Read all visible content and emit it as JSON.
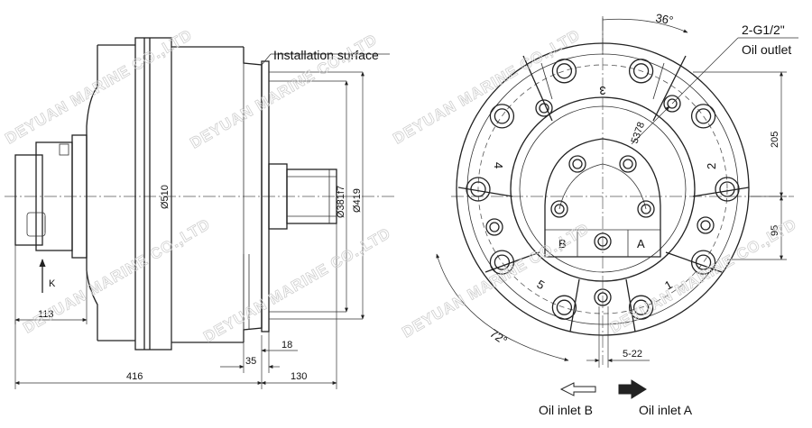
{
  "watermark": "DEYUAN MARINE CO.,LTD",
  "side_view": {
    "installation_surface": "Installation surface",
    "dia_510": "Ø510",
    "dia_381f7": "Ø381f7",
    "dia_419": "Ø419",
    "dim_113": "113",
    "dim_416": "416",
    "dim_130": "130",
    "dim_35": "35",
    "dim_18": "18",
    "view_k": "K"
  },
  "front_view": {
    "angle_36": "36°",
    "oil_outlet_thread": "2-G1/2\"",
    "oil_outlet": "Oil outlet",
    "pcd_5378": "5378",
    "dim_205": "205",
    "dim_95": "95",
    "angle_72": "72°",
    "holes_5_22": "5-22",
    "port_b": "B",
    "port_a": "A",
    "oil_inlet_b": "Oil inlet B",
    "oil_inlet_a": "Oil inlet A",
    "sector_1": "1",
    "sector_2": "2",
    "sector_3": "3",
    "sector_4": "4",
    "sector_5": "5"
  }
}
